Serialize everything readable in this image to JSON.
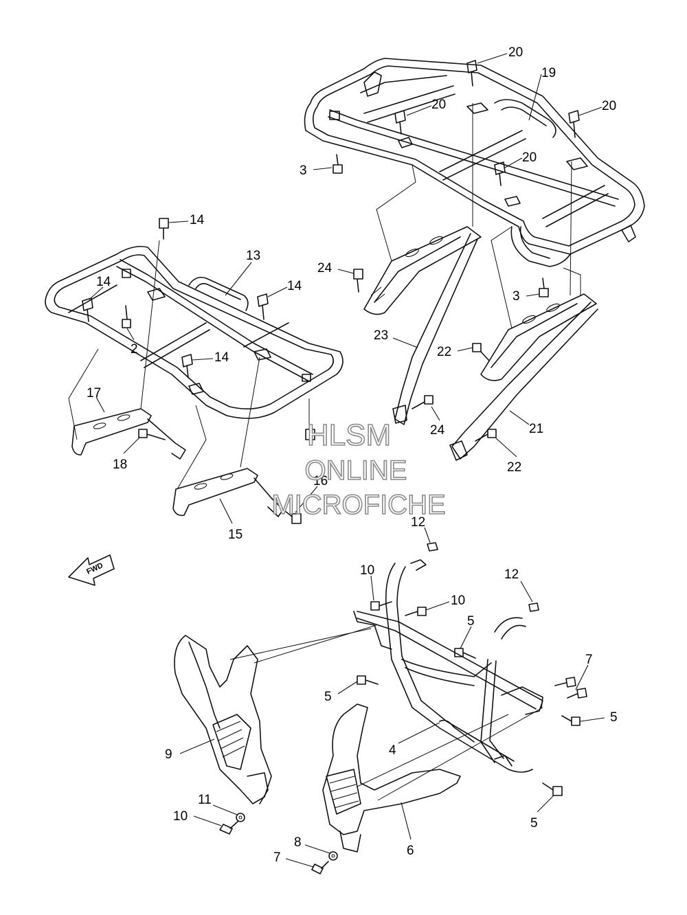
{
  "watermark": {
    "line1": "HLSM",
    "line2": "ONLINE",
    "line3": "MICROFICHE"
  },
  "fwd_arrow": {
    "label": "FWD"
  },
  "callouts": [
    {
      "id": "c-20a",
      "label": "20"
    },
    {
      "id": "c-19",
      "label": "19"
    },
    {
      "id": "c-20b",
      "label": "20"
    },
    {
      "id": "c-20c",
      "label": "20"
    },
    {
      "id": "c-3a",
      "label": "3"
    },
    {
      "id": "c-20d",
      "label": "20"
    },
    {
      "id": "c-14a",
      "label": "14"
    },
    {
      "id": "c-13",
      "label": "13"
    },
    {
      "id": "c-14b",
      "label": "14"
    },
    {
      "id": "c-14c",
      "label": "14"
    },
    {
      "id": "c-24a",
      "label": "24"
    },
    {
      "id": "c-3b",
      "label": "3"
    },
    {
      "id": "c-2",
      "label": "2"
    },
    {
      "id": "c-23",
      "label": "23"
    },
    {
      "id": "c-22a",
      "label": "22"
    },
    {
      "id": "c-14d",
      "label": "14"
    },
    {
      "id": "c-17",
      "label": "17"
    },
    {
      "id": "c-24b",
      "label": "24"
    },
    {
      "id": "c-21",
      "label": "21"
    },
    {
      "id": "c-18",
      "label": "18"
    },
    {
      "id": "c-22b",
      "label": "22"
    },
    {
      "id": "c-16",
      "label": "16"
    },
    {
      "id": "c-15",
      "label": "15"
    },
    {
      "id": "c-12a",
      "label": "12"
    },
    {
      "id": "c-10a",
      "label": "10"
    },
    {
      "id": "c-12b",
      "label": "12"
    },
    {
      "id": "c-10b",
      "label": "10"
    },
    {
      "id": "c-5a",
      "label": "5"
    },
    {
      "id": "c-7a",
      "label": "7"
    },
    {
      "id": "c-5b",
      "label": "5"
    },
    {
      "id": "c-5c",
      "label": "5"
    },
    {
      "id": "c-4",
      "label": "4"
    },
    {
      "id": "c-9",
      "label": "9"
    },
    {
      "id": "c-5d",
      "label": "5"
    },
    {
      "id": "c-11",
      "label": "11"
    },
    {
      "id": "c-10c",
      "label": "10"
    },
    {
      "id": "c-6",
      "label": "6"
    },
    {
      "id": "c-8",
      "label": "8"
    },
    {
      "id": "c-7b",
      "label": "7"
    }
  ]
}
